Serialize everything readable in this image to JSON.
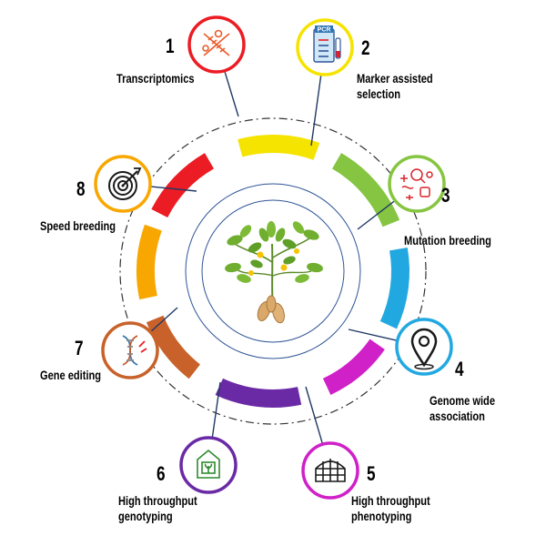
{
  "center": {
    "icon": "peanut-plant-icon"
  },
  "items": [
    {
      "id": 1,
      "number": "1",
      "label_lines": [
        "Transcriptomics"
      ],
      "color": "#ec1c24",
      "icon": "transcriptomics-icon"
    },
    {
      "id": 2,
      "number": "2",
      "label_lines": [
        "Marker assisted",
        "selection"
      ],
      "color": "#f5e300",
      "icon": "pcr-clipboard-icon"
    },
    {
      "id": 3,
      "number": "3",
      "label_lines": [
        "Mutation breeding"
      ],
      "color": "#86c541",
      "icon": "mutation-breeding-icon"
    },
    {
      "id": 4,
      "number": "4",
      "label_lines": [
        "Genome wide",
        "association"
      ],
      "color": "#22a8e1",
      "icon": "location-pin-icon"
    },
    {
      "id": 5,
      "number": "5",
      "label_lines": [
        "High throughput",
        "phenotyping"
      ],
      "color": "#d020c8",
      "icon": "greenhouse-icon"
    },
    {
      "id": 6,
      "number": "6",
      "label_lines": [
        "High throughput",
        "genotyping"
      ],
      "color": "#6a2aa5",
      "icon": "growth-chamber-icon"
    },
    {
      "id": 7,
      "number": "7",
      "label_lines": [
        "Gene editing"
      ],
      "color": "#c8622a",
      "icon": "dna-editing-icon"
    },
    {
      "id": 8,
      "number": "8",
      "label_lines": [
        "Speed breeding"
      ],
      "color": "#f7a700",
      "icon": "target-arrow-icon"
    }
  ],
  "icon_text": {
    "pcr": "PCR"
  }
}
